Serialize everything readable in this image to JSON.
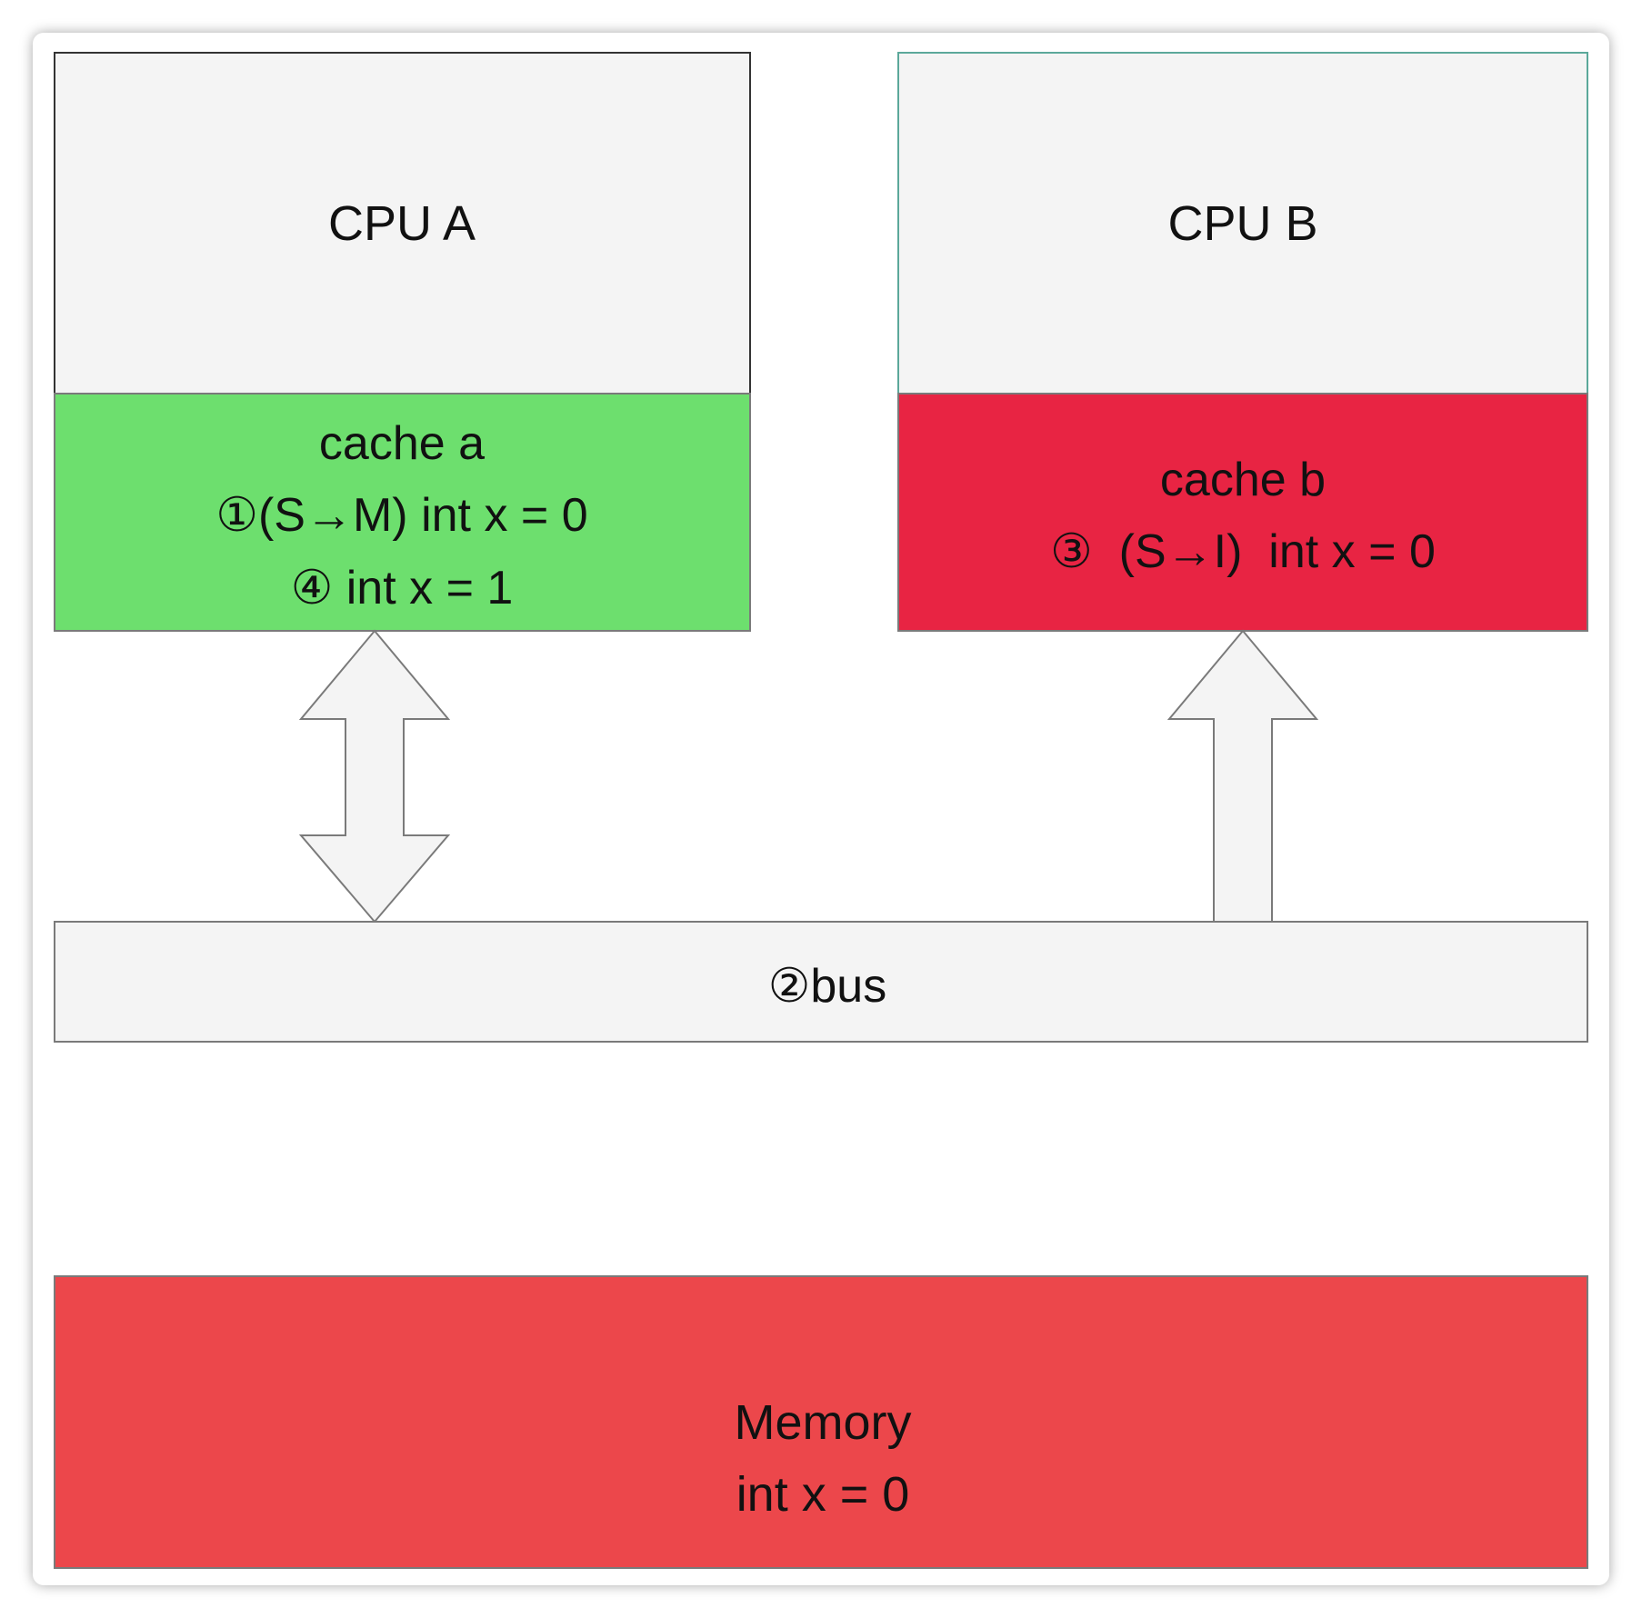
{
  "cpu_a": {
    "label": "CPU A",
    "cache": {
      "title": "cache a",
      "line1": "①(S→M) int x = 0",
      "line2": "④ int x = 1"
    }
  },
  "cpu_b": {
    "label": "CPU B",
    "cache": {
      "title": "cache b",
      "line1": "③  (S→I)  int x = 0"
    }
  },
  "bus": {
    "label": "②bus"
  },
  "memory": {
    "title": "Memory",
    "value": "int x = 0"
  },
  "colors": {
    "cpu_fill": "#f4f4f4",
    "cache_a_fill": "#6ddf6e",
    "cache_b_fill": "#e82443",
    "bus_fill": "#f4f4f4",
    "memory_fill": "#ec474b",
    "arrow_fill": "#f4f4f4",
    "stroke": "#7a7a7a",
    "cpu_b_border": "#5ba89a"
  }
}
